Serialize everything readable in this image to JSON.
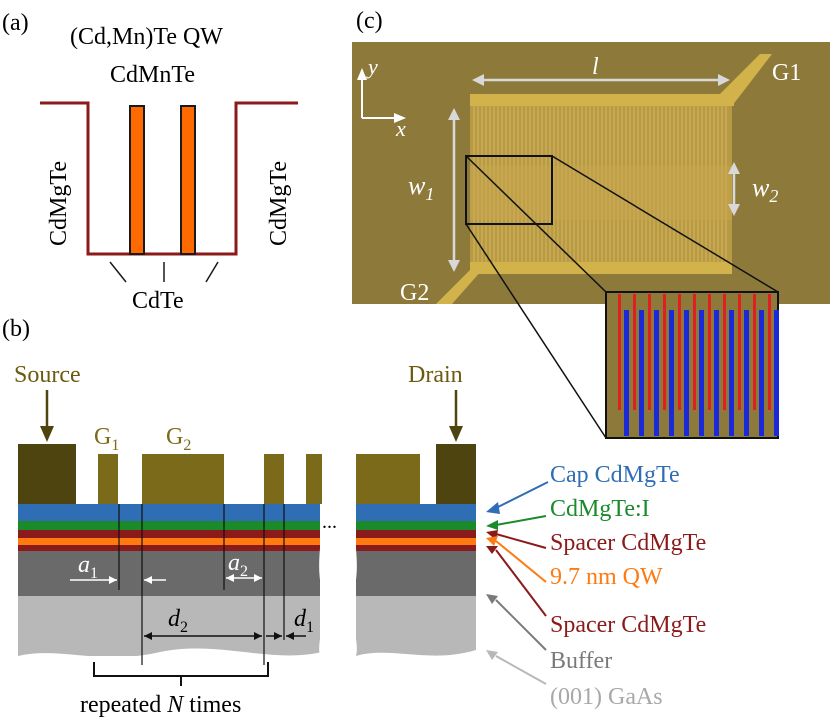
{
  "colors": {
    "well_line": "#8b1a1a",
    "barrier_fill": "#ff6a00",
    "gate_fill": "#7a6a1a",
    "contact_fill": "#4e4410",
    "cap_blue": "#2f6db5",
    "doped_green": "#1a8a2a",
    "spacer_red": "#8b1a1a",
    "qw_orange": "#ff7a10",
    "buffer_dark": "#6a6a6a",
    "substrate_light": "#b8b8b8",
    "photo_bg": "#8d7a3a",
    "finger_gold": "#d2b24a",
    "zoom_red": "#e02020",
    "zoom_blue": "#1a2ad8"
  },
  "panel_a": {
    "label": "(a)",
    "title": "(Cd,Mn)Te QW",
    "barrier_label": "CdMnTe",
    "left_label": "CdMgTe",
    "right_label": "CdMgTe",
    "bottom_label": "CdTe"
  },
  "panel_b": {
    "label": "(b)",
    "source": "Source",
    "drain": "Drain",
    "g1": "G",
    "g1_sub": "1",
    "g2": "G",
    "g2_sub": "2",
    "a1": "a",
    "a1_sub": "1",
    "a2": "a",
    "a2_sub": "2",
    "d1": "d",
    "d1_sub": "1",
    "d2": "d",
    "d2_sub": "2",
    "ellipsis": "...",
    "repeated": "repeated ",
    "repeated_n": "N",
    "repeated_tail": " times",
    "layers": [
      {
        "label": "Cap CdMgTe",
        "color": "#2f6db5"
      },
      {
        "label": "CdMgTe:I",
        "color": "#1a8a2a"
      },
      {
        "label": "Spacer CdMgTe",
        "color": "#8b1a1a"
      },
      {
        "label": "9.7 nm QW",
        "color": "#ff7a10"
      },
      {
        "label": "Spacer CdMgTe",
        "color": "#8b1a1a"
      },
      {
        "label": "Buffer",
        "color": "#7a7a7a"
      },
      {
        "label": "(001) GaAs",
        "color": "#a8a8a8"
      }
    ]
  },
  "panel_c": {
    "label": "(c)",
    "y": "y",
    "x": "x",
    "l": "l",
    "w1": "w",
    "w1_sub": "1",
    "w2": "w",
    "w2_sub": "2",
    "g1": "G1",
    "g2": "G2"
  }
}
